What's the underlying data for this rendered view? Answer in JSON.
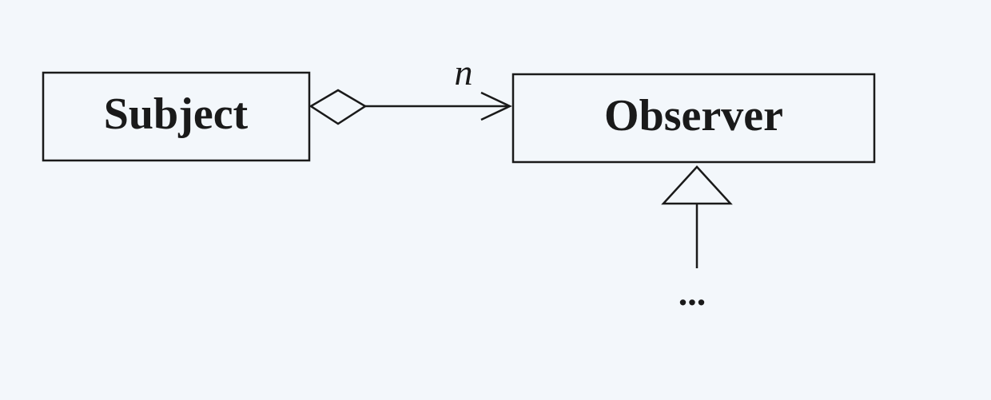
{
  "diagram": {
    "colors": {
      "background": "#f3f7fb",
      "ink": "#1a1a1a",
      "box_fill": "#f3f7fb"
    },
    "nodes": {
      "subject": {
        "label": "Subject"
      },
      "observer": {
        "label": "Observer"
      }
    },
    "edges": {
      "aggregation": {
        "from": "subject",
        "to": "observer",
        "kind": "aggregation",
        "multiplicity": "n"
      },
      "generalization": {
        "from": "subclasses",
        "to": "observer",
        "kind": "generalization",
        "source_label": "..."
      }
    }
  }
}
